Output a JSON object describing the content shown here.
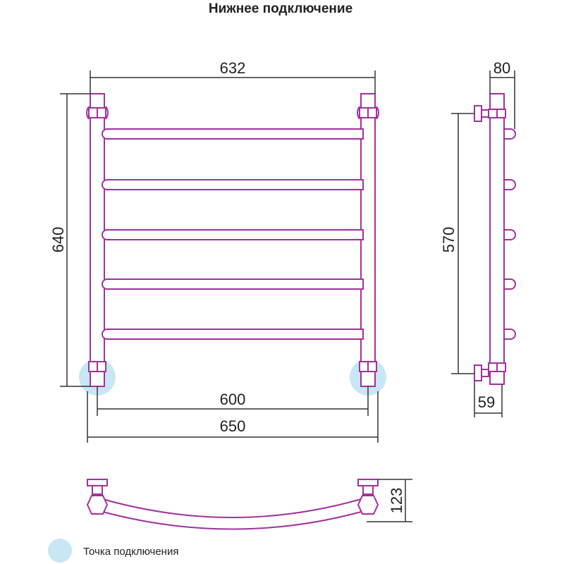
{
  "title": "Нижнее подключение",
  "dimensions": {
    "width_top": "632",
    "height_left": "640",
    "axis_distance": "600",
    "overall_width": "650",
    "depth_top": "80",
    "height_side": "570",
    "wall_offset": "59",
    "arc_depth": "123"
  },
  "legend": {
    "label": "Точка подключения"
  },
  "colors": {
    "pipe": "#a2309c",
    "connection_point": "#c8e6f5",
    "dimension": "#333333"
  }
}
